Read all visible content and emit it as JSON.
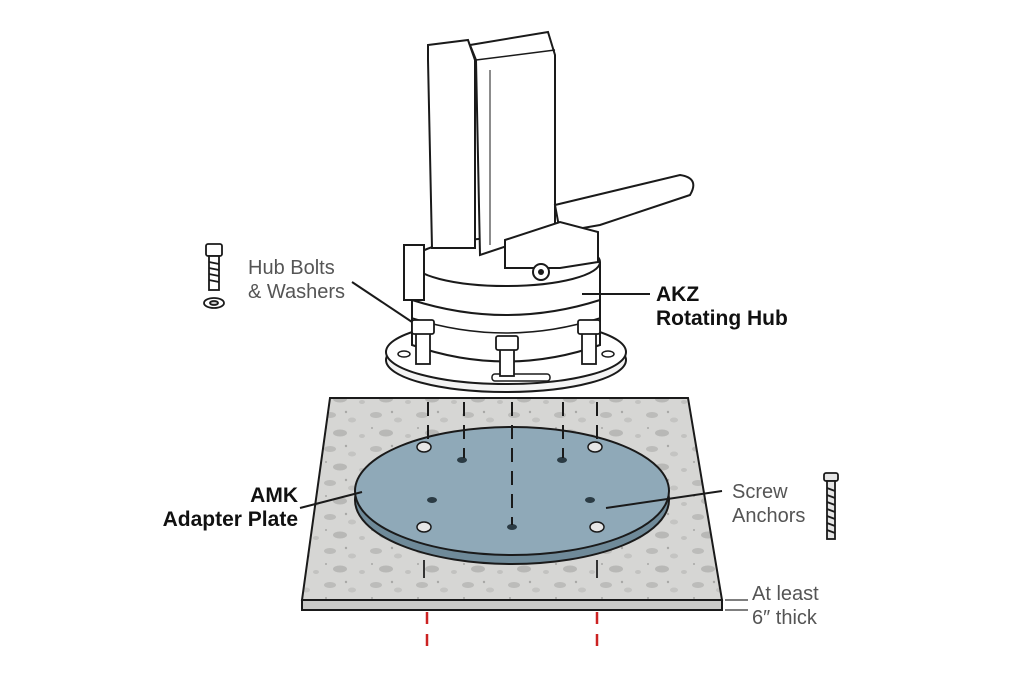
{
  "labels": {
    "hub_bolts": [
      "Hub Bolts",
      "& Washers"
    ],
    "rotating_hub": [
      "AKZ",
      "Rotating Hub"
    ],
    "adapter_plate": [
      "AMK",
      "Adapter Plate"
    ],
    "screw_anchors": [
      "Screw",
      "Anchors"
    ],
    "thickness": [
      "At least",
      "6″ thick"
    ]
  },
  "colors": {
    "outline": "#1a1a1a",
    "concrete": "#d6d6d4",
    "concrete_speck": "#bdbdbb",
    "plate": "#8fa9b8",
    "plate_edge": "#6f8a99",
    "guide_line": "#cc2222",
    "label_text": "#555555"
  }
}
